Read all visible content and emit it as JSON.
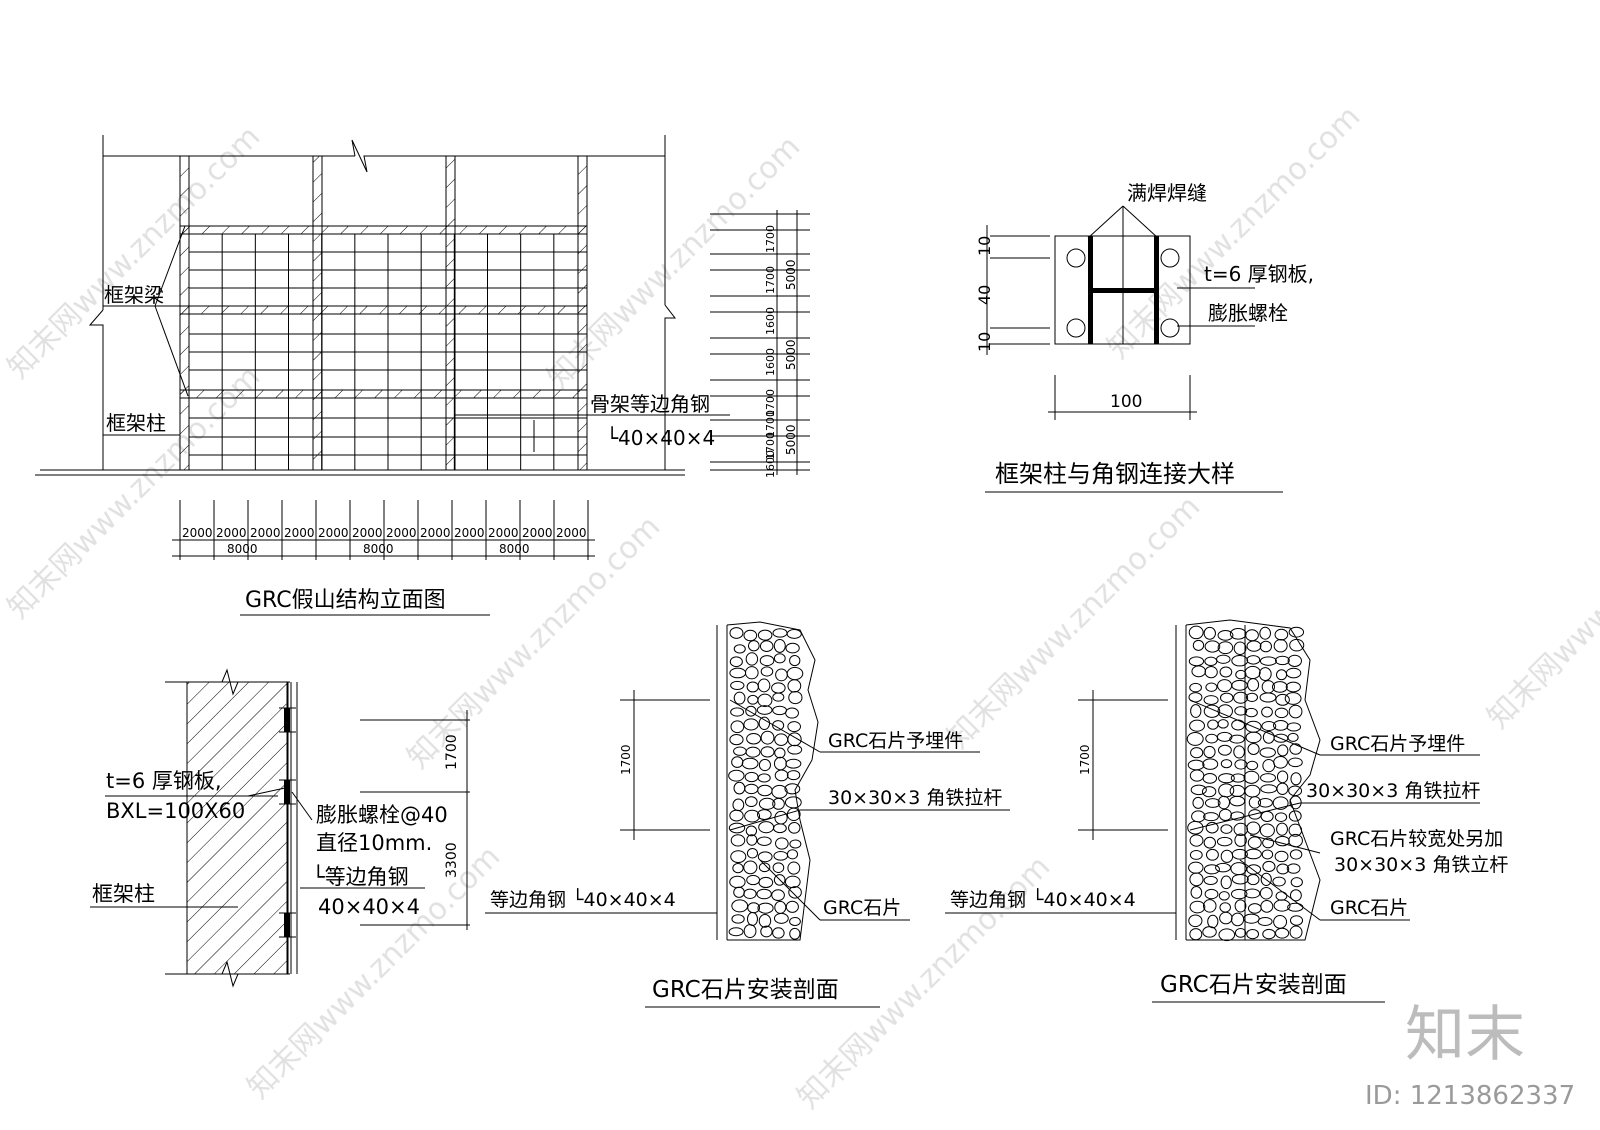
{
  "elevation": {
    "title": "GRC假山结构立面图",
    "label_beam": "框架梁",
    "label_column": "框架柱",
    "label_angle": "骨架等边角钢",
    "label_angle_spec": "└40×40×4",
    "dim_small": [
      "2000",
      "2000",
      "2000",
      "2000",
      "2000",
      "2000",
      "2000",
      "2000",
      "2000",
      "2000",
      "2000",
      "2000"
    ],
    "dim_large": [
      "8000",
      "8000",
      "8000"
    ],
    "dim_right_a": [
      "1700",
      "1700",
      "1600",
      "1600",
      "1700",
      "1700",
      "1700",
      "1600"
    ],
    "dim_right_b": [
      "5000",
      "5000",
      "5000"
    ]
  },
  "detail": {
    "title": "框架柱与角钢连接大样",
    "label_weld": "满焊焊缝",
    "label_plate": "t=6 厚钢板,",
    "label_bolt": "膨胀螺栓",
    "dim_w": "100",
    "dim_h": [
      "10",
      "40",
      "10"
    ]
  },
  "side": {
    "label_plate": "t=6 厚钢板,",
    "label_bxl": "BXL=100X60",
    "label_bolt": "膨胀螺栓@40",
    "label_dia": "直径10mm.",
    "label_angle": "└等边角钢",
    "label_angle_spec": "40×40×4",
    "label_column": "框架柱",
    "dim_a": "1700",
    "dim_b": "3300"
  },
  "section1": {
    "title": "GRC石片安装剖面",
    "label_embed": "GRC石片予埋件",
    "label_rod": "30×30×3 角铁拉杆",
    "label_stone": "GRC石片",
    "label_angle": "等边角钢 └40×40×4",
    "dim": "1700"
  },
  "section2": {
    "title": "GRC石片安装剖面",
    "label_embed": "GRC石片予埋件",
    "label_rod": "30×30×3 角铁拉杆",
    "label_wide": "GRC石片较宽处另加",
    "label_wide2": "30×30×3 角铁立杆",
    "label_stone": "GRC石片",
    "label_angle": "等边角钢 └40×40×4",
    "dim": "1700"
  },
  "brand": {
    "logo": "知末",
    "id": "ID: 1213862337",
    "watermark": "知末网www.znzmo.com"
  }
}
